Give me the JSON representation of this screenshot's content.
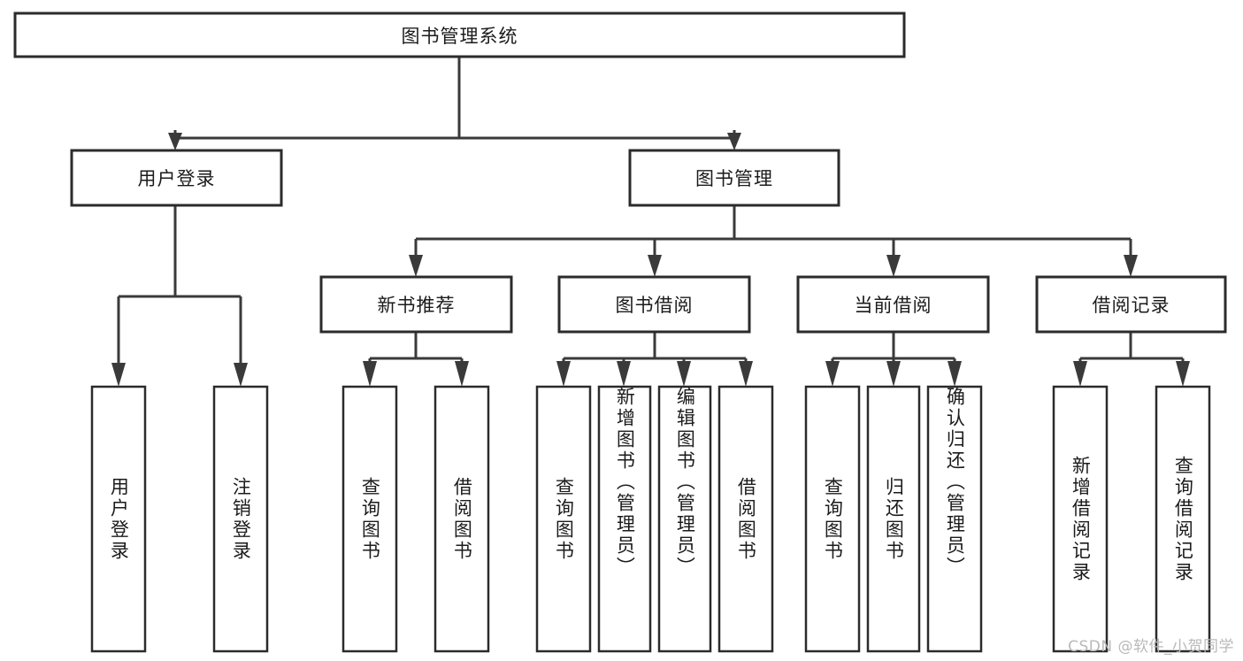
{
  "diagram": {
    "type": "tree",
    "title": "图书管理系统",
    "root": {
      "id": "root",
      "label": "图书管理系统",
      "orientation": "horizontal"
    },
    "level2": [
      {
        "id": "user-login",
        "label": "用户登录",
        "orientation": "horizontal"
      },
      {
        "id": "book-manage",
        "label": "图书管理",
        "orientation": "horizontal"
      }
    ],
    "level3": [
      {
        "id": "new-book-recommend",
        "label": "新书推荐",
        "orientation": "horizontal",
        "parent": "book-manage"
      },
      {
        "id": "book-borrow",
        "label": "图书借阅",
        "orientation": "horizontal",
        "parent": "book-manage"
      },
      {
        "id": "current-borrow",
        "label": "当前借阅",
        "orientation": "horizontal",
        "parent": "book-manage"
      },
      {
        "id": "borrow-record",
        "label": "借阅记录",
        "orientation": "horizontal",
        "parent": "book-manage"
      }
    ],
    "leaves": [
      {
        "id": "leaf-user-login",
        "label": "用户登录",
        "parent": "user-login",
        "orientation": "vertical"
      },
      {
        "id": "leaf-logout",
        "label": "注销登录",
        "parent": "user-login",
        "orientation": "vertical"
      },
      {
        "id": "leaf-query-book-1",
        "label": "查询图书",
        "parent": "new-book-recommend",
        "orientation": "vertical"
      },
      {
        "id": "leaf-borrow-book-1",
        "label": "借阅图书",
        "parent": "new-book-recommend",
        "orientation": "vertical"
      },
      {
        "id": "leaf-query-book-2",
        "label": "查询图书",
        "parent": "book-borrow",
        "orientation": "vertical"
      },
      {
        "id": "leaf-add-book",
        "label": "新增图书（管理员）",
        "parent": "book-borrow",
        "orientation": "vertical"
      },
      {
        "id": "leaf-edit-book",
        "label": "编辑图书（管理员）",
        "parent": "book-borrow",
        "orientation": "vertical"
      },
      {
        "id": "leaf-borrow-book-2",
        "label": "借阅图书",
        "parent": "book-borrow",
        "orientation": "vertical"
      },
      {
        "id": "leaf-query-book-3",
        "label": "查询图书",
        "parent": "current-borrow",
        "orientation": "vertical"
      },
      {
        "id": "leaf-return-book",
        "label": "归还图书",
        "parent": "current-borrow",
        "orientation": "vertical"
      },
      {
        "id": "leaf-confirm-return",
        "label": "确认归还（管理员）",
        "parent": "current-borrow",
        "orientation": "vertical"
      },
      {
        "id": "leaf-add-record",
        "label": "新增借阅记录",
        "parent": "borrow-record",
        "orientation": "vertical"
      },
      {
        "id": "leaf-query-record",
        "label": "查询借阅记录",
        "parent": "borrow-record",
        "orientation": "vertical"
      }
    ],
    "colors": {
      "background": "#ffffff",
      "box_fill": "#ffffff",
      "box_stroke": "#2b2b2b",
      "edge_stroke": "#3a3a3a",
      "text": "#1b1b1b",
      "watermark": "#b9b9b9"
    }
  },
  "watermark": {
    "text": "CSDN @软件_小贺同学"
  }
}
